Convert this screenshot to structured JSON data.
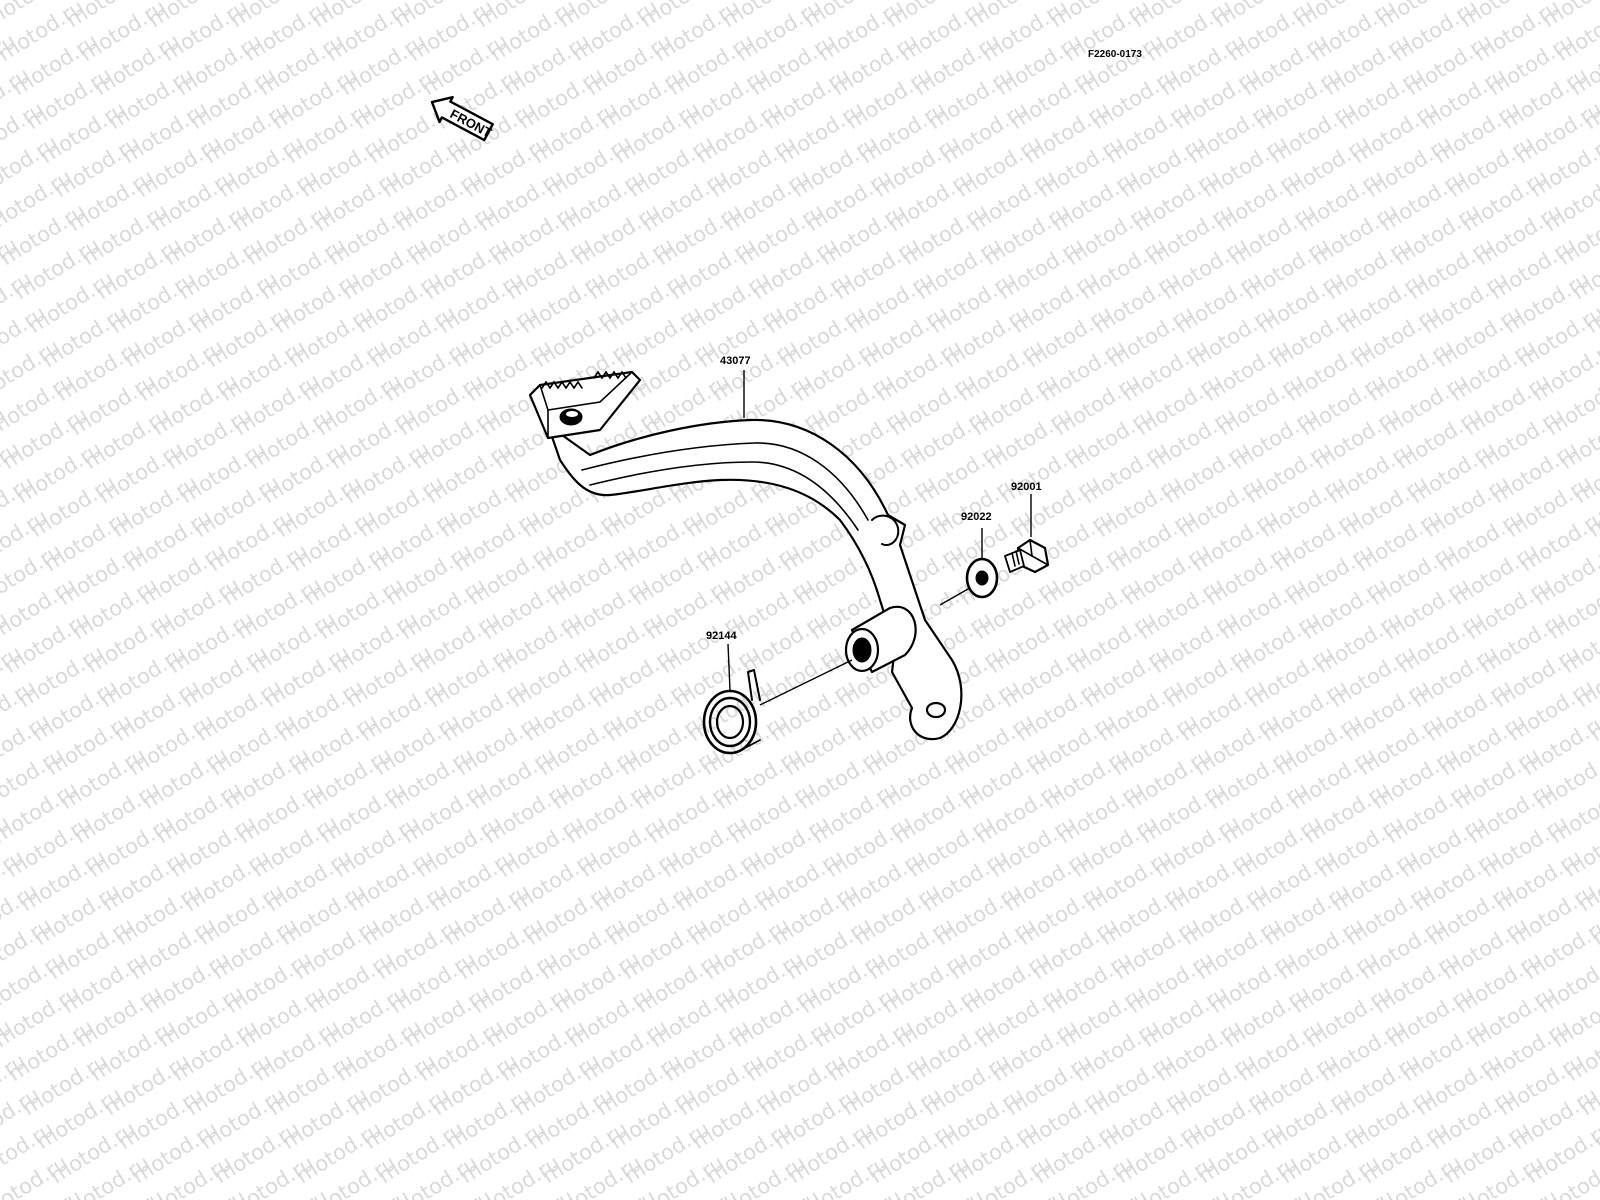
{
  "figure_code": "F2260-0173",
  "front_label": "FRONT",
  "watermark_text": "motod.ru",
  "colors": {
    "background": "#ffffff",
    "line": "#000000",
    "watermark": "#d9d9d9"
  },
  "parts": [
    {
      "number": "43077",
      "name_icon": "brake-pedal"
    },
    {
      "number": "92001",
      "name_icon": "bolt"
    },
    {
      "number": "92022",
      "name_icon": "washer"
    },
    {
      "number": "92144",
      "name_icon": "spring"
    }
  ]
}
